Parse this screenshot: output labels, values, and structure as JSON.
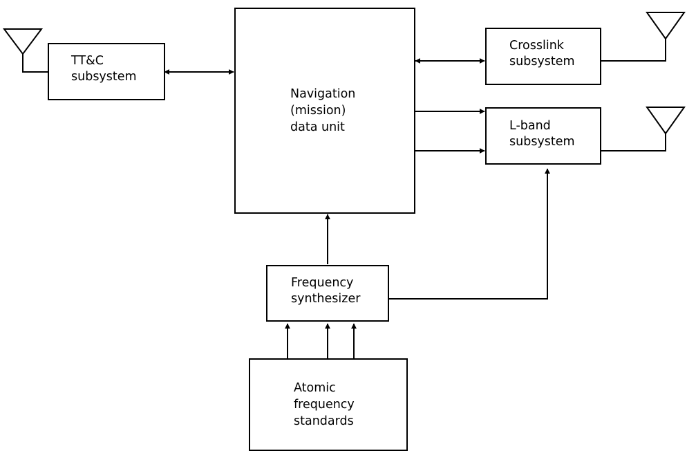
{
  "blocks": {
    "ttc": [
      "TT&C",
      "subsystem"
    ],
    "nav": [
      "Navigation",
      "(mission)",
      "data unit"
    ],
    "crosslink": [
      "Crosslink",
      "subsystem"
    ],
    "lband": [
      "L-band",
      "subsystem"
    ],
    "freq_synth": [
      "Frequency",
      "synthesizer"
    ],
    "atomic": [
      "Atomic",
      "frequency",
      "standards"
    ]
  },
  "icons": {
    "antenna": "antenna-icon"
  }
}
